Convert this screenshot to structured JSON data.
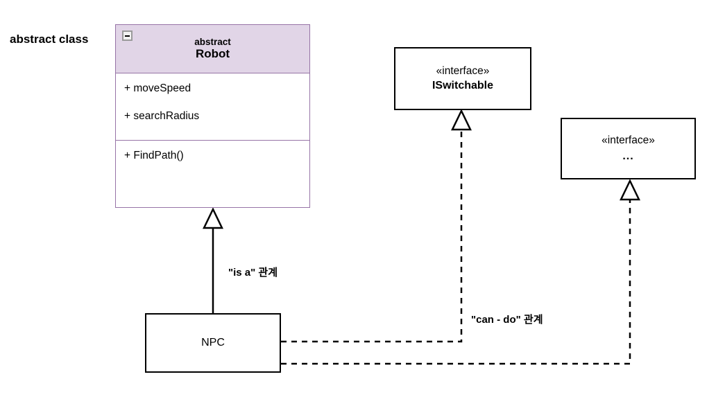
{
  "diagram": {
    "title_annotations": {
      "abstract_class": "abstract class",
      "is_a_relation": "\"is a\" 관계",
      "can_do_relation": "\"can - do\" 관계"
    },
    "nodes": {
      "robot": {
        "stereotype": "abstract",
        "name": "Robot",
        "attributes": [
          "+ moveSpeed",
          "+ searchRadius"
        ],
        "operations": [
          "+ FindPath()"
        ],
        "header_fill": "#e1d5e7",
        "border_color": "#9673a6",
        "collapse_icon": "minus-icon"
      },
      "iswitchable": {
        "stereotype": "«interface»",
        "name": "ISwitchable",
        "border_color": "#000000"
      },
      "interface2": {
        "stereotype": "«interface»",
        "name": "...",
        "border_color": "#000000"
      },
      "npc": {
        "name": "NPC",
        "border_color": "#000000"
      }
    },
    "edges": [
      {
        "name": "generalization-npc-to-robot",
        "kind": "generalization",
        "style": "solid",
        "from": "NPC",
        "to": "Robot",
        "arrow": "hollow-triangle"
      },
      {
        "name": "realization-npc-to-iswitchable",
        "kind": "realization",
        "style": "dashed",
        "from": "NPC",
        "to": "ISwitchable",
        "arrow": "hollow-triangle"
      },
      {
        "name": "realization-npc-to-interface2",
        "kind": "realization",
        "style": "dashed",
        "from": "NPC",
        "to": "...",
        "arrow": "hollow-triangle"
      }
    ]
  }
}
